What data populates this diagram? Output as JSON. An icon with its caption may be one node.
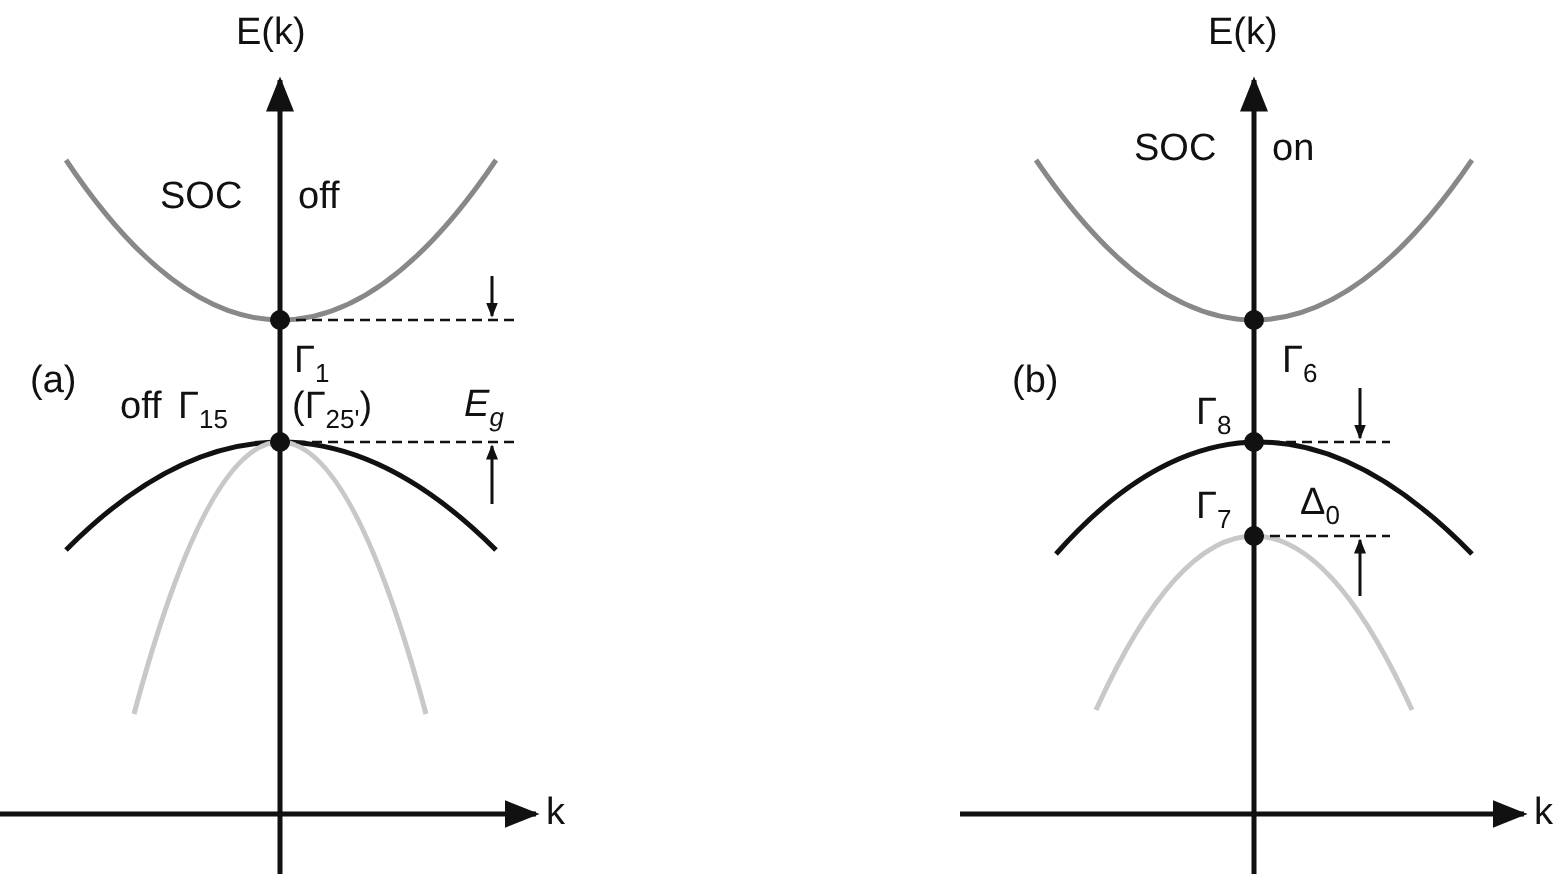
{
  "diagram": {
    "labels": [
      "E(k)",
      "SOC",
      "off",
      "Γ$_{1}$",
      "(a)",
      "E$_{g}$",
      "off",
      "Γ$_{15}$",
      "(Γ$_{25'}$)",
      "k",
      "E(k)",
      "SOC",
      "on",
      "Γ$_{6}$",
      "(b)",
      "Γ$_{8}$",
      "Γ$_{7}$",
      "Δ$_{0}$",
      "k"
    ]
  }
}
